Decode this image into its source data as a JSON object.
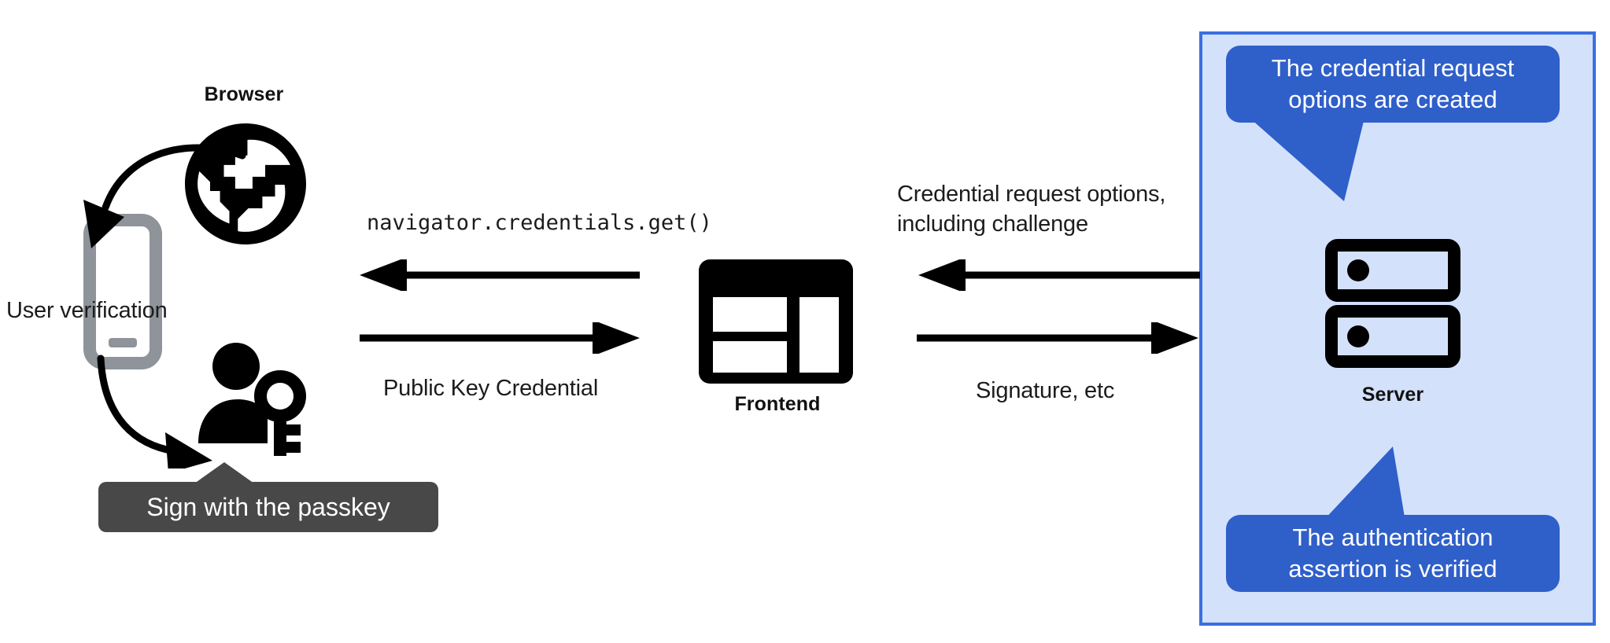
{
  "diagram": {
    "title": "WebAuthn passkey authentication flow",
    "colors": {
      "panel_background": "#d3e1fb",
      "panel_border": "#3b6fe0",
      "callout_blue": "#2f5fc9",
      "tooltip_gray": "#484848",
      "icon_black": "#000000",
      "phone_gray": "#8e9499",
      "text_black": "#1c1c1c"
    }
  },
  "browser": {
    "label": "Browser",
    "icon": "globe-icon"
  },
  "phone": {
    "icon": "smartphone-icon",
    "verification_label": "User verification"
  },
  "user": {
    "icon": "person-with-key-icon",
    "tooltip": "Sign with the passkey"
  },
  "frontend": {
    "label": "Frontend",
    "icon": "web-layout-icon"
  },
  "server": {
    "label": "Server",
    "icon": "server-racks-icon",
    "callout_top": "The credential request\noptions are created",
    "callout_bottom": "The authentication\nassertion is verified"
  },
  "arrows": {
    "browser_to_frontend_label": "navigator.credentials.get()",
    "frontend_to_browser_label": "Public Key Credential",
    "server_to_frontend_label": "Credential request options,\nincluding challenge",
    "frontend_to_server_label": "Signature, etc"
  }
}
